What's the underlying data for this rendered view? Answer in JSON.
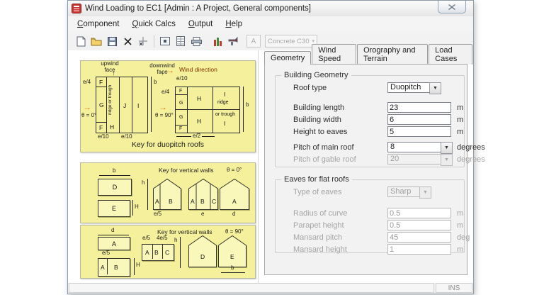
{
  "window": {
    "title": "Wind Loading to EC1 [Admin : A Project, General components]"
  },
  "menu": {
    "items": [
      "Component",
      "Quick Calcs",
      "Output",
      "Help"
    ]
  },
  "toolbar": {
    "icons": [
      "new",
      "open",
      "save",
      "delete",
      "delete-point",
      "preview",
      "datasheet",
      "print",
      "chart",
      "annotate",
      "text-style"
    ],
    "text_button": "A",
    "material_combo": "Concrete C30",
    "combo_arrow": "▾"
  },
  "tabs": {
    "items": [
      "Geometry",
      "Wind Speed",
      "Orography and Terrain",
      "Load Cases"
    ],
    "active": "Geometry"
  },
  "geometry": {
    "building": {
      "title": "Building Geometry",
      "roof_type": {
        "label": "Roof type",
        "value": "Duopitch"
      },
      "length": {
        "label": "Building length",
        "value": "23",
        "unit": "m"
      },
      "width": {
        "label": "Building width",
        "value": "6",
        "unit": "m"
      },
      "eaves_height": {
        "label": "Height to eaves",
        "value": "5",
        "unit": "m"
      },
      "main_pitch": {
        "label": "Pitch of main roof",
        "value": "8",
        "unit": "degrees"
      },
      "gable_pitch": {
        "label": "Pitch of gable roof",
        "value": "20",
        "unit": "degrees"
      }
    },
    "eaves": {
      "title": "Eaves for flat roofs",
      "type": {
        "label": "Type of eaves",
        "value": "Sharp"
      },
      "radius": {
        "label": "Radius of curve",
        "value": "0.5",
        "unit": "m"
      },
      "parapet": {
        "label": "Parapet height",
        "value": "0.5",
        "unit": "m"
      },
      "mansard_pitch": {
        "label": "Mansard pitch",
        "value": "45",
        "unit": "deg"
      },
      "mansard_height": {
        "label": "Mansard height",
        "value": "1",
        "unit": "m"
      }
    }
  },
  "diagrams": {
    "caption_duopitch": "Key for duopitch roofs",
    "caption_walls": "Key for vertical walls",
    "wind_direction": "Wind direction",
    "upwind_face": "upwind face",
    "downwind_face": "downwind face",
    "ridge_or_trough": "ridge or trough",
    "ridge": "ridge",
    "or_trough": "or trough",
    "theta_0": "θ = 0°",
    "theta_90": "θ = 90°",
    "zones": {
      "a": "A",
      "b": "B",
      "c": "C",
      "d": "D",
      "e": "E",
      "f": "F",
      "g": "G",
      "h": "H",
      "i": "I",
      "j": "J"
    },
    "dims": {
      "e4": "e/4",
      "e10": "e/10",
      "e2": "e/2",
      "e5": "e/5",
      "four_e5": "4e/5",
      "e": "e",
      "d": "d",
      "b": "b",
      "h": "h",
      "hh": "H"
    }
  },
  "statusbar": {
    "ins": "INS"
  }
}
